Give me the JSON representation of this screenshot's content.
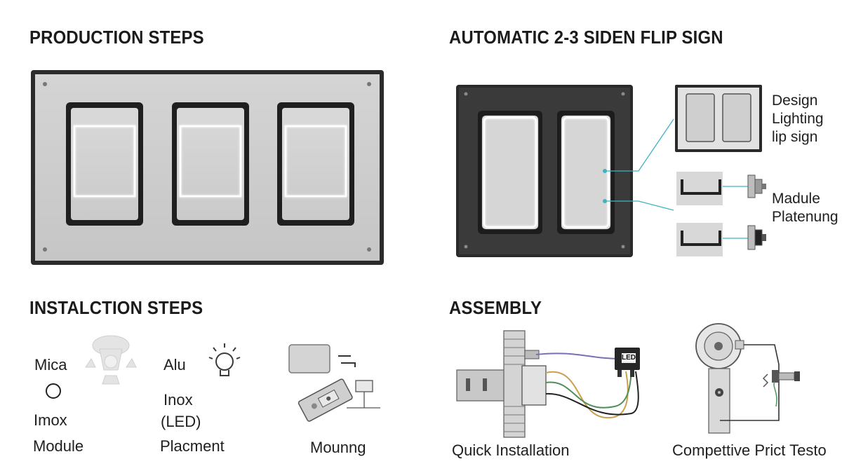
{
  "production": {
    "heading": "PRODUCTION STEPS"
  },
  "automatic": {
    "heading": "AUTOMATIC 2-3 SIDEN FLIP SIGN",
    "callout_top": [
      "Design",
      "Lighting",
      "lip sign"
    ],
    "callout_bottom": [
      "Madule",
      "Platenung"
    ]
  },
  "installation": {
    "heading": "INSTALCTION STEPS",
    "labels": {
      "mica": "Mica",
      "circle": "O",
      "imox": "Imox",
      "module": "Module",
      "alu": "Alu",
      "inox": "Inox",
      "led": "(LED)",
      "placment": "Placment",
      "mounng": "Mounng"
    }
  },
  "assembly": {
    "heading": "ASSEMBLY",
    "quick_installation": "Quick Installation",
    "competitive": "Compettive Prict Testo",
    "led_tag": "LED"
  }
}
